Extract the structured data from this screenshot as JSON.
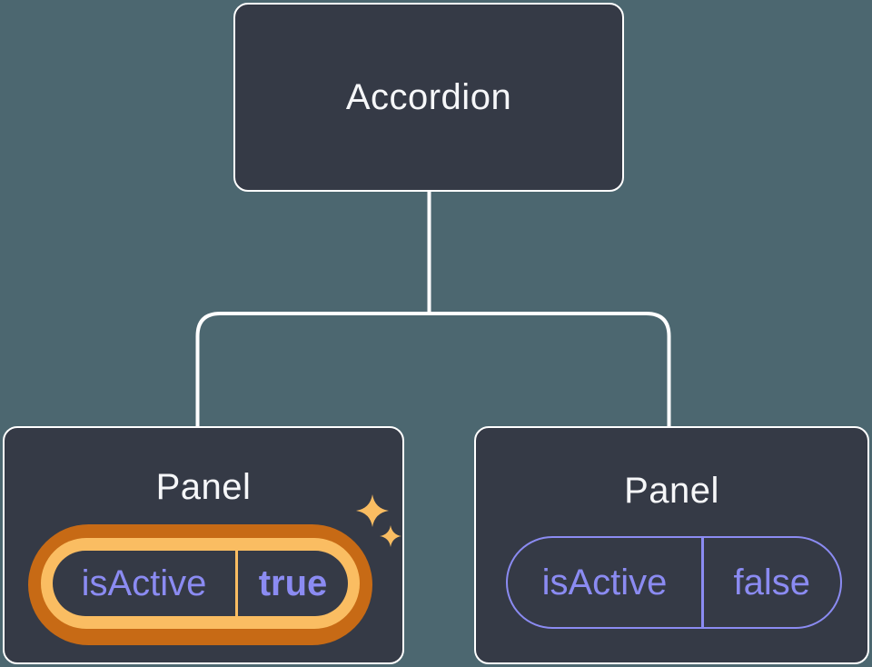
{
  "colors": {
    "bg": "#4C6770",
    "node_fill": "#353A46",
    "node_border": "#FFFFFF",
    "connector": "#FFFFFF",
    "title_text": "#F6F7F9",
    "state_text": "#8B8BF2",
    "state_border": "#8B8BF2",
    "highlight_outer": "#C76A15",
    "highlight_inner": "#FABD62",
    "sparkle": "#FABD62"
  },
  "diagram": {
    "root": {
      "title": "Accordion"
    },
    "panels": [
      {
        "title": "Panel",
        "state_key": "isActive",
        "state_value": "true",
        "highlighted": true
      },
      {
        "title": "Panel",
        "state_key": "isActive",
        "state_value": "false",
        "highlighted": false
      }
    ]
  }
}
